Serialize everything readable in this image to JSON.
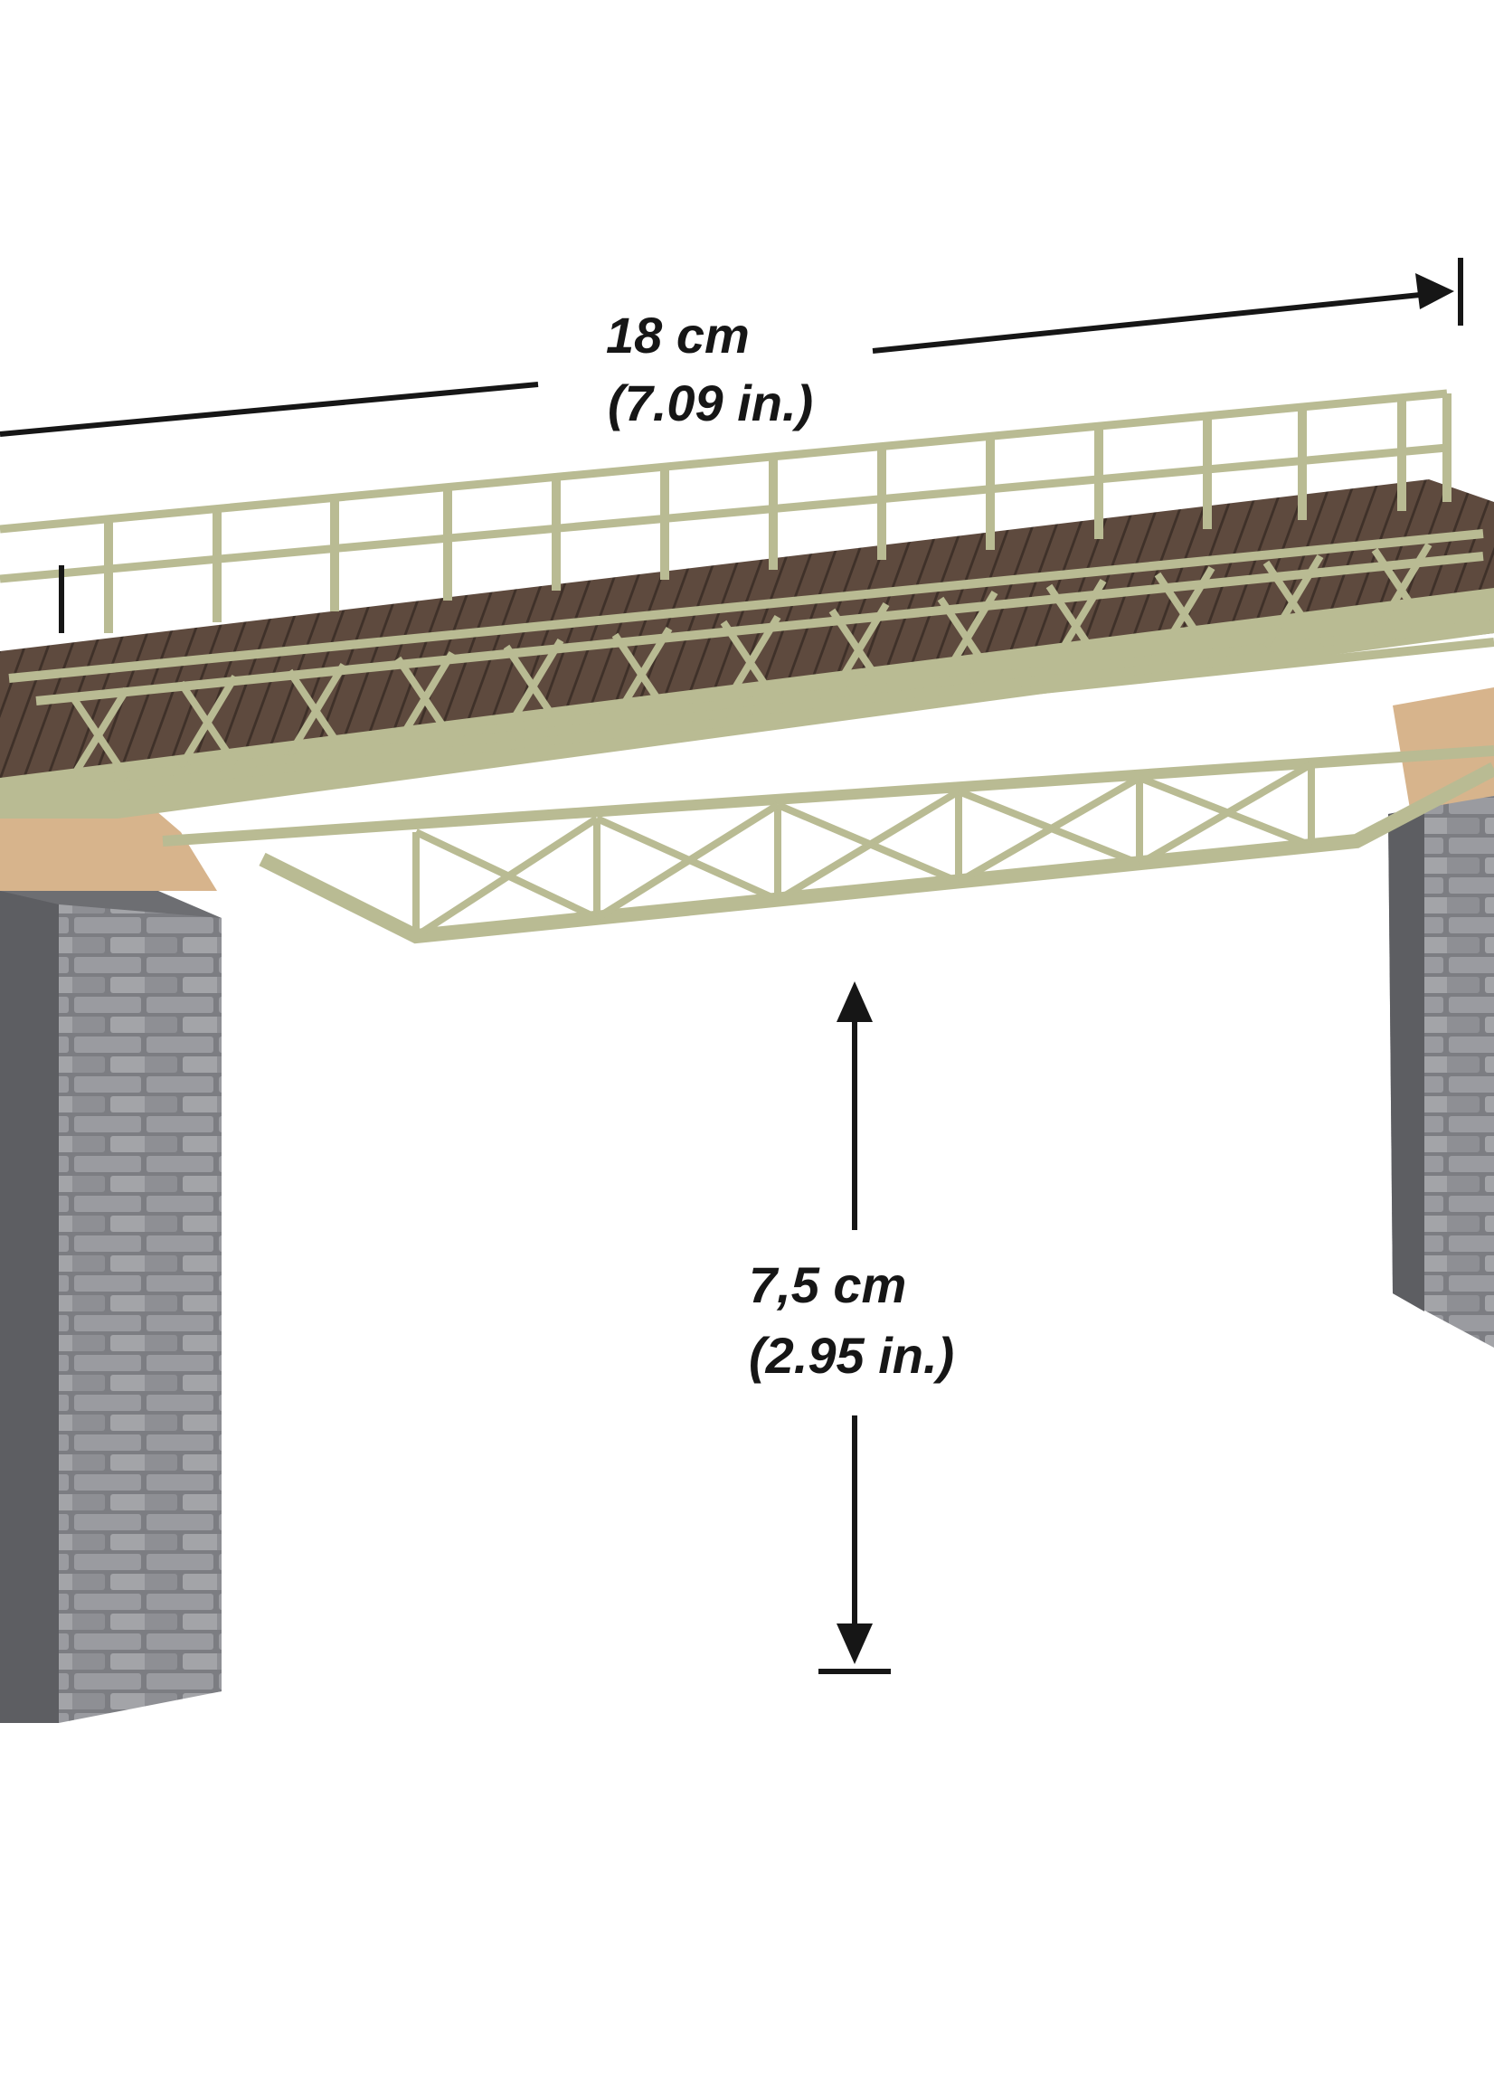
{
  "dimensions": {
    "length": {
      "metric": "18 cm",
      "imperial": "(7.09 in.)"
    },
    "height": {
      "metric": "7,5 cm",
      "imperial": "(2.95 in.)"
    }
  },
  "colors": {
    "background": "#ffffff",
    "steel": "#b9bb93",
    "steel_dark": "#8f916c",
    "deck_wood": "#5e4a3e",
    "stone": "#6d6e72",
    "stone_light": "#9a9ba0",
    "abutment_top": "#d7b48c",
    "dimension_line": "#161616"
  }
}
